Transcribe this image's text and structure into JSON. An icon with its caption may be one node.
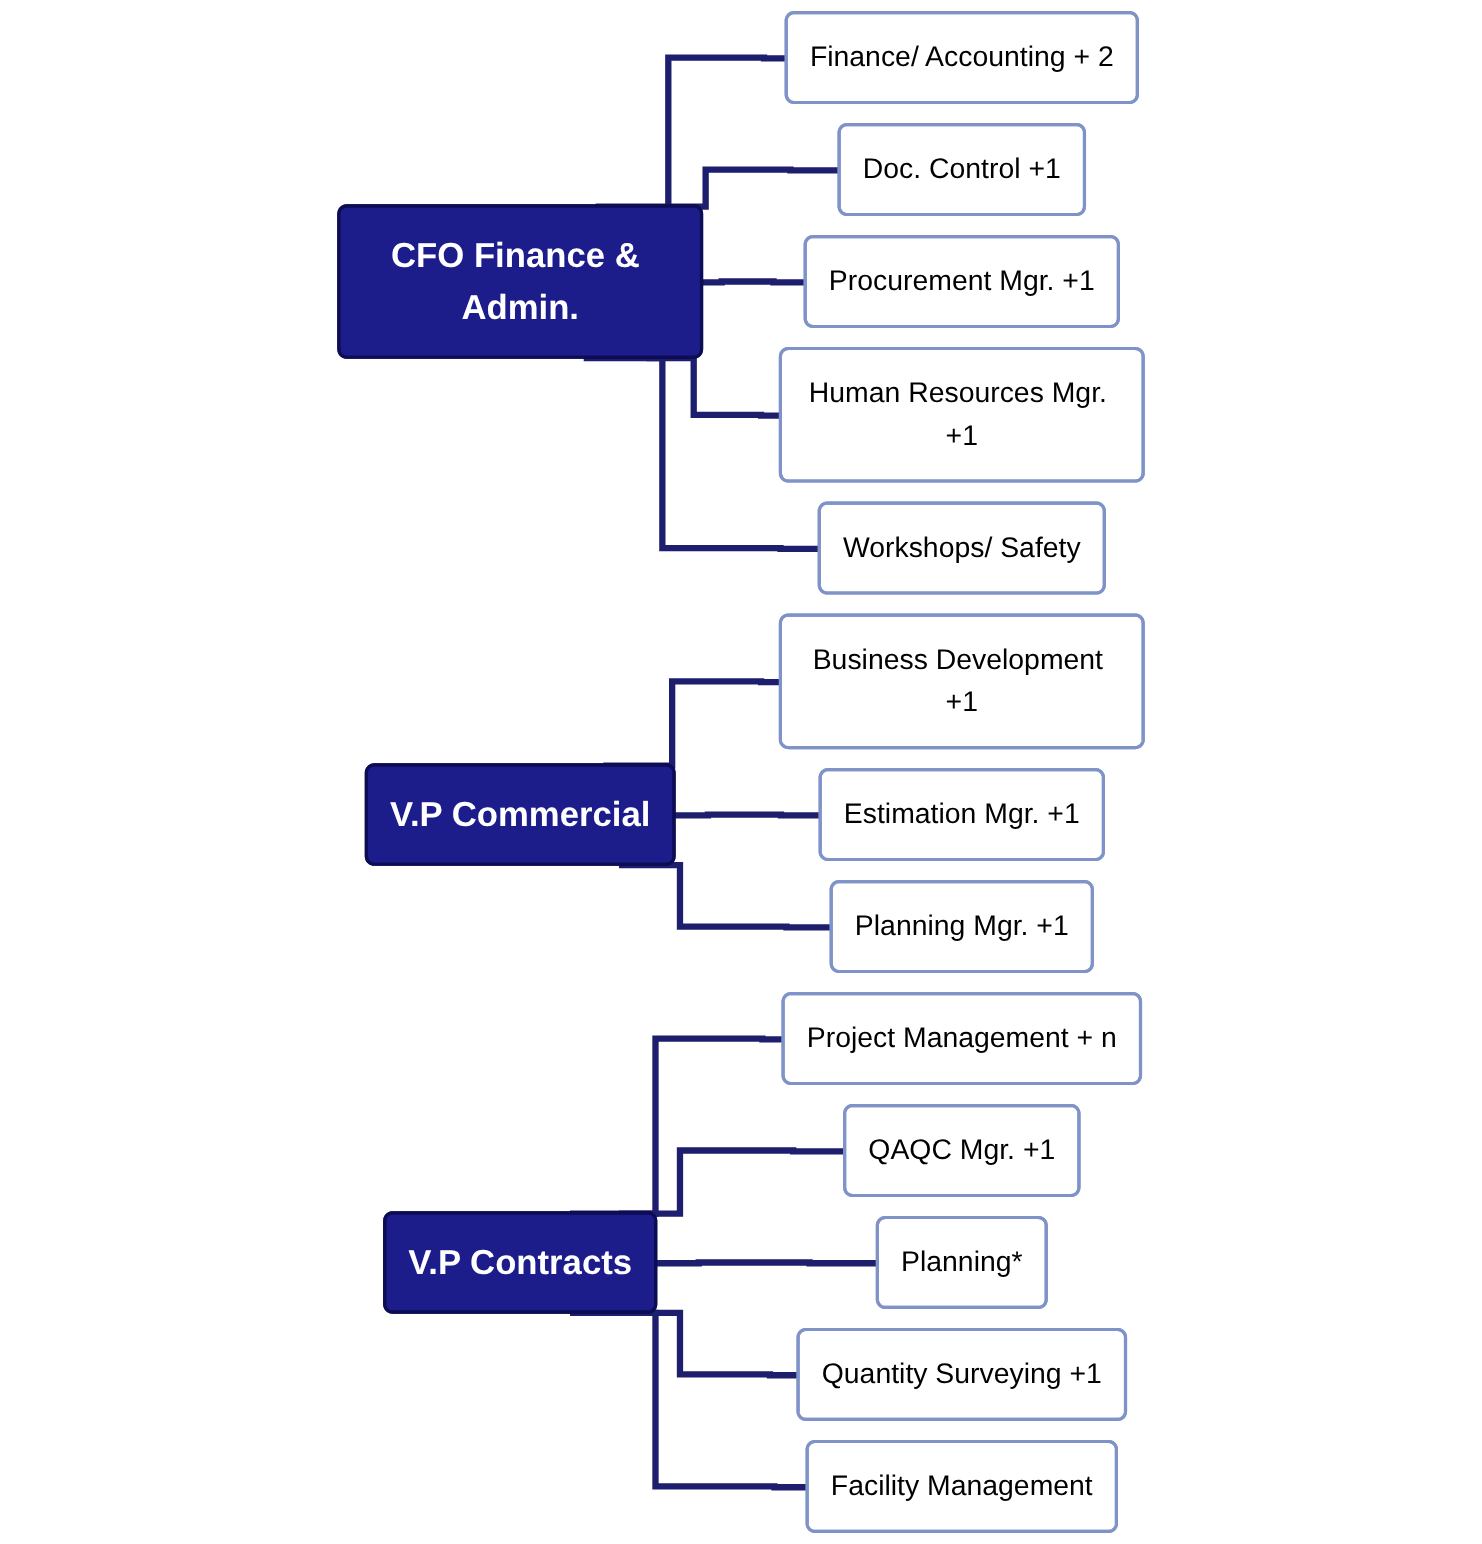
{
  "diagram": {
    "nodes": [
      {
        "text": [
          "CFO Finance & Admin."
        ]
      },
      {
        "text": [
          "Finance/ Accounting + 2"
        ]
      },
      {
        "text": [
          "Doc. Control +1"
        ]
      },
      {
        "text": [
          "Procurement Mgr. +1"
        ]
      },
      {
        "text": [
          "Human Resources Mgr. +1"
        ]
      },
      {
        "text": [
          "Workshops/ Safety"
        ]
      },
      {
        "text": [
          "V.P Commercial"
        ]
      },
      {
        "text": [
          "Business Development +1"
        ]
      },
      {
        "text": [
          "Estimation Mgr. +1"
        ]
      },
      {
        "text": [
          "Planning Mgr. +1"
        ]
      },
      {
        "text": [
          "V.P Contracts"
        ]
      },
      {
        "text": [
          "Project Management + n"
        ]
      },
      {
        "text": [
          "QAQC Mgr. +1"
        ]
      },
      {
        "text": [
          "Planning*"
        ]
      },
      {
        "text": [
          "Quantity Surveying +1"
        ]
      },
      {
        "text": [
          "Facility Management"
        ]
      }
    ],
    "edges": [
      {
        "from": 0,
        "to": 1,
        "arrow": "none"
      },
      {
        "from": 0,
        "to": 2,
        "arrow": "none"
      },
      {
        "from": 0,
        "to": 3,
        "arrow": "none"
      },
      {
        "from": 0,
        "to": 4,
        "arrow": "none"
      },
      {
        "from": 0,
        "to": 5,
        "arrow": "none"
      },
      {
        "from": 6,
        "to": 7,
        "arrow": "none"
      },
      {
        "from": 6,
        "to": 8,
        "arrow": "none"
      },
      {
        "from": 6,
        "to": 9,
        "arrow": "none"
      },
      {
        "from": 10,
        "to": 11,
        "arrow": "none"
      },
      {
        "from": 10,
        "to": 12,
        "arrow": "none"
      },
      {
        "from": 10,
        "to": 13,
        "arrow": "none"
      },
      {
        "from": 10,
        "to": 14,
        "arrow": "none"
      },
      {
        "from": 10,
        "to": 15,
        "arrow": "none"
      }
    ]
  }
}
